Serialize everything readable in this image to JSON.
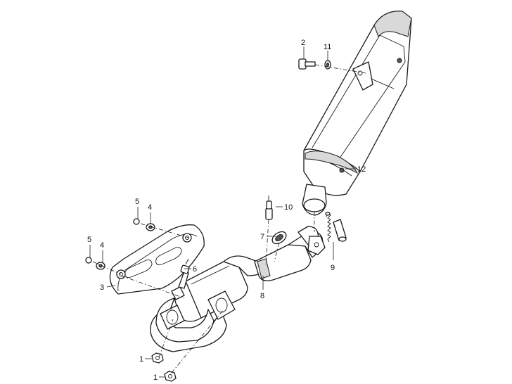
{
  "callouts": {
    "c1a": "1",
    "c1b": "1",
    "c2": "2",
    "c3": "3",
    "c4a": "4",
    "c4b": "4",
    "c5a": "5",
    "c5b": "5",
    "c6": "6",
    "c7": "7",
    "c8": "8",
    "c9": "9",
    "c10": "10",
    "c11": "11",
    "c12": "12"
  }
}
